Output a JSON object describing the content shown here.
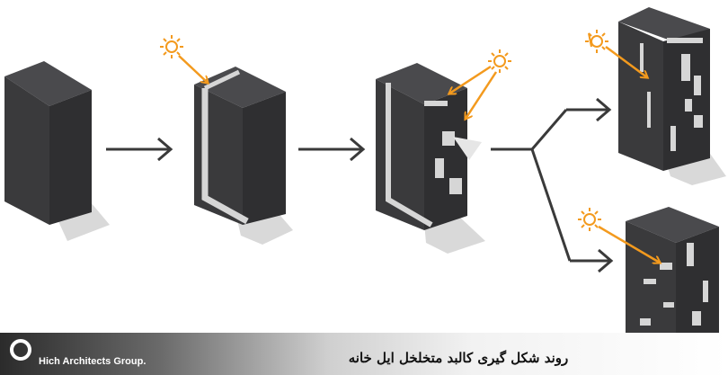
{
  "diagram": {
    "stages": [
      {
        "id": "stage-1",
        "description_label": ""
      },
      {
        "id": "stage-2",
        "description_label": ""
      },
      {
        "id": "stage-3",
        "description_label": ""
      },
      {
        "id": "stage-4a",
        "description_label": ""
      },
      {
        "id": "stage-4b",
        "description_label": ""
      }
    ],
    "colors": {
      "building": "#3a3a3c",
      "building_edge": "#2a2a2c",
      "cut": "#d6d6d6",
      "shadow": "#d9d9d9",
      "arrow": "#3a3a3a",
      "sun": "#f39a1e"
    },
    "icons": [
      "sun-icon",
      "arrow-icon"
    ]
  },
  "footer": {
    "group_name": "Hich Architects Group.",
    "caption": "روند شکل گیری کالبد متخلخل ایل خانه",
    "logo": "logo-ring-icon"
  }
}
